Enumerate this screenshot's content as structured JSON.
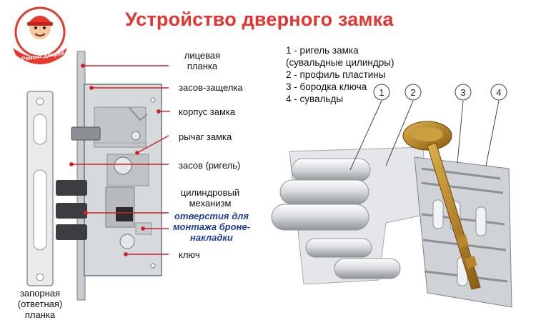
{
  "title": "Устройство дверного замка",
  "logo": {
    "text": "Ремонт Дверей",
    "icon": "handyman-mascot-icon"
  },
  "labels": {
    "face_plate": "лицевая\nпланка",
    "latch": "засов-защелка",
    "lock_body": "корпус замка",
    "lock_lever": "рычаг замка",
    "bolt": "засов (ригель)",
    "cylinder": "цилиндровый\nмеханизм",
    "armor_holes": "отверстия для\nмонтажа броне-\nнакладки",
    "key": "ключ",
    "strike_plate": "запорная\n(ответная)\nпланка"
  },
  "legend": [
    "1 - ригель замка",
    "(сувальдные цилиндры)",
    "2 - профиль пластины",
    "3 - бородка ключа",
    "4 - сувальды"
  ],
  "callouts": [
    "1",
    "2",
    "3",
    "4"
  ],
  "colors": {
    "title": "#e3342f",
    "leader": "#d11f2a",
    "note": "#1f3f9a"
  }
}
